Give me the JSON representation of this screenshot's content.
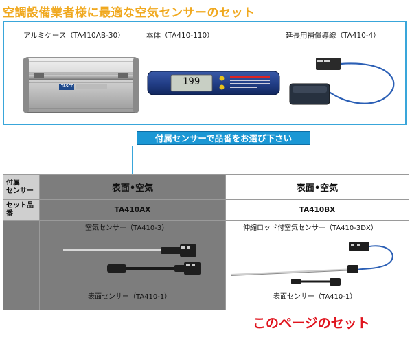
{
  "page": {
    "title": "空調設備業者様に最適な空気センサーのセット",
    "banner": "付属センサーで品番をお選び下さい",
    "footer": "このページのセット"
  },
  "products": [
    {
      "label": "アルミケース（TA410AB-30）",
      "case_badge": "TASCO"
    },
    {
      "label": "本体（TA410-110）",
      "display": "199"
    },
    {
      "label": "延長用補償導線（TA410-4）"
    }
  ],
  "table": {
    "row_header_sensor": "付属\nセンサー",
    "row_header_set": "セット品番",
    "columns": [
      {
        "sensor_type": "表面•空気",
        "set_code": "TA410AX",
        "sensor_top_label": "空気センサー（TA410-3）",
        "sensor_bottom_label": "表面センサー（TA410-1）"
      },
      {
        "sensor_type": "表面•空気",
        "set_code": "TA410BX",
        "sensor_top_label": "伸縮ロッド付空気センサー（TA410-3DX）",
        "sensor_bottom_label": "表面センサー（TA410-1）"
      }
    ]
  },
  "colors": {
    "title": "#f0a81e",
    "border": "#39a6da",
    "banner": "#1b97d4",
    "footer": "#e0141e",
    "selected_column": "#7d7d7d"
  }
}
